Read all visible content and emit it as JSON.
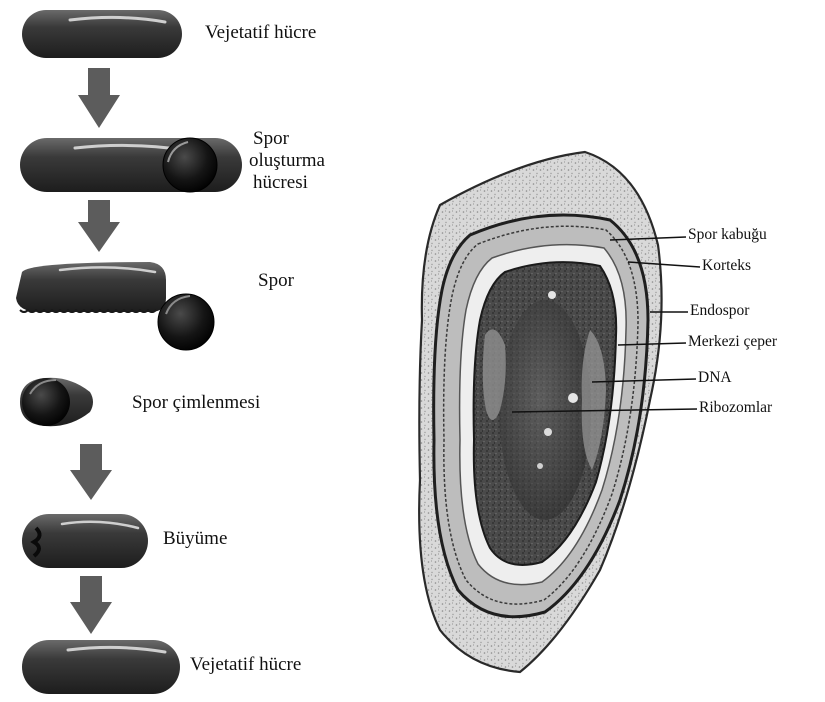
{
  "life_cycle": {
    "stages": [
      "Vejetatif hücre",
      "Spor oluşturma hücresi",
      "Spor",
      "Spor çimlenmesi",
      "Büyüme",
      "Vejetatif hücre"
    ],
    "stage_lines": {
      "spore_forming": [
        "Spor",
        "oluşturma",
        "hücresi"
      ]
    }
  },
  "endospore": {
    "labels": [
      "Spor kabuğu",
      "Korteks",
      "Endospor",
      "Merkezi çeper",
      "DNA",
      "Ribozomlar"
    ]
  },
  "colors": {
    "cell_dark": "#2b2b2b",
    "cell_mid": "#555555",
    "arrow": "#5c5c5c",
    "spore_black": "#0f0f0f"
  }
}
